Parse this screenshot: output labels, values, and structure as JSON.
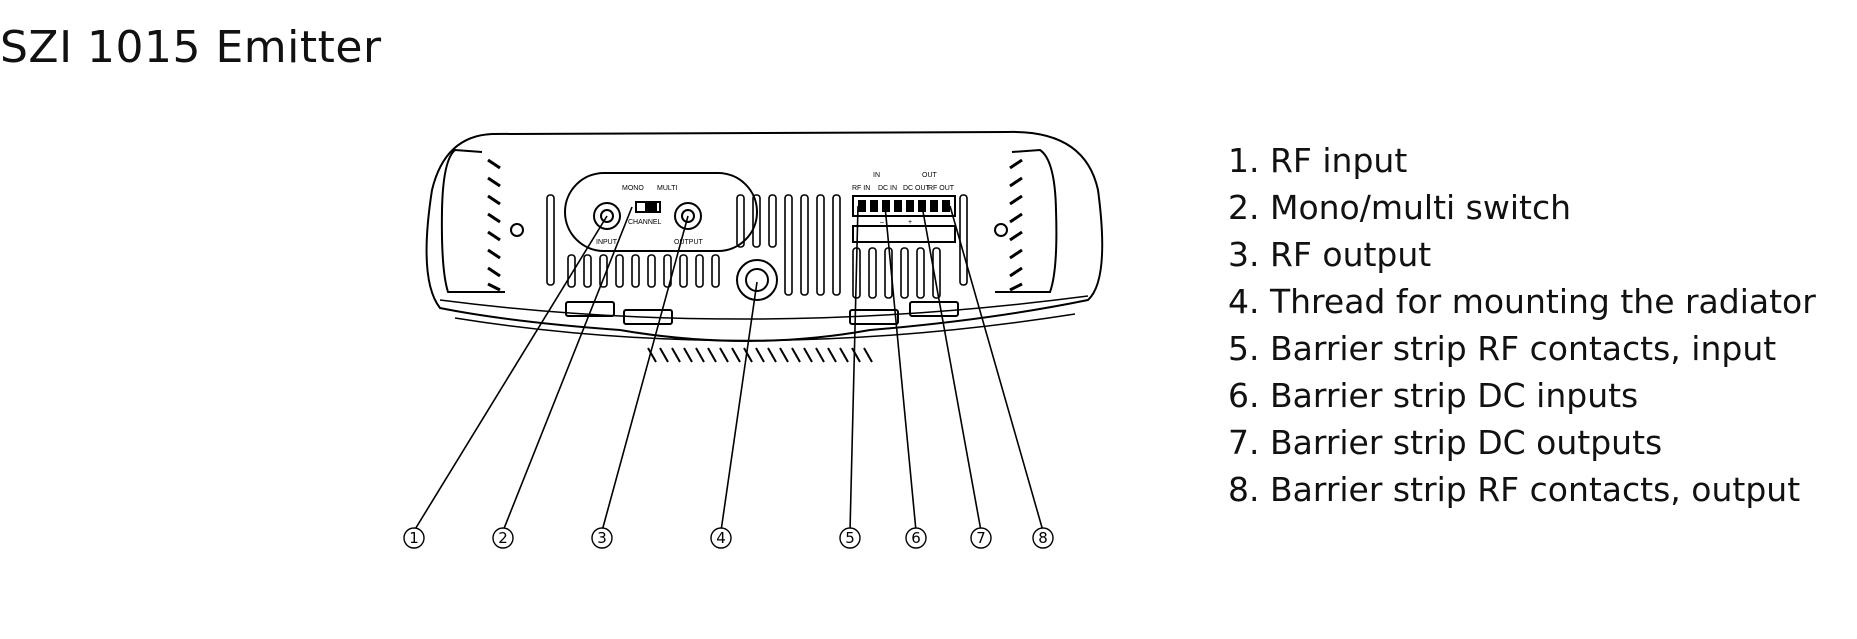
{
  "title": "SZI 1015 Emitter",
  "device_labels": {
    "mono": "MONO",
    "multi": "MULTI",
    "channel": "CHANNEL",
    "input": "INPUT",
    "output": "OUTPUT",
    "in": "IN",
    "out": "OUT",
    "rf_in": "RF IN",
    "dc_in": "DC IN",
    "dc_out": "DC OUT",
    "rf_out": "RF OUT",
    "minus": "–",
    "plus": "+"
  },
  "callouts": [
    "1",
    "2",
    "3",
    "4",
    "5",
    "6",
    "7",
    "8"
  ],
  "legend": [
    "1. RF input",
    "2. Mono/multi switch",
    "3. RF output",
    "4. Thread for mounting the radiator",
    "5. Barrier strip RF contacts, input",
    "6. Barrier strip DC inputs",
    "7. Barrier strip DC outputs",
    "8. Barrier strip RF contacts, output"
  ]
}
